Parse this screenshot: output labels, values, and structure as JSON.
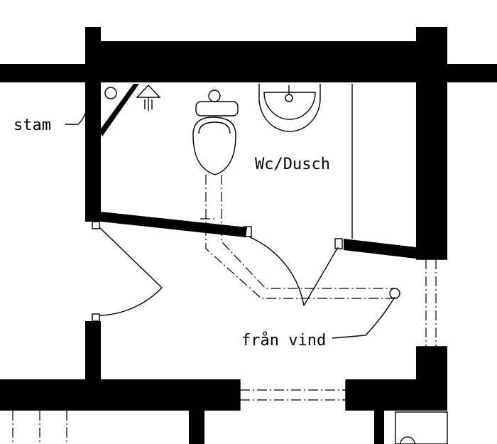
{
  "labels": {
    "room": "Wc/Dusch",
    "stack": "stam",
    "from_attic": "från vind"
  },
  "colors": {
    "line": "#000000",
    "background": "#ffffff"
  },
  "icons": [
    "shower-icon",
    "wc-icon",
    "washbasin-icon",
    "vent-pipe-icon"
  ]
}
